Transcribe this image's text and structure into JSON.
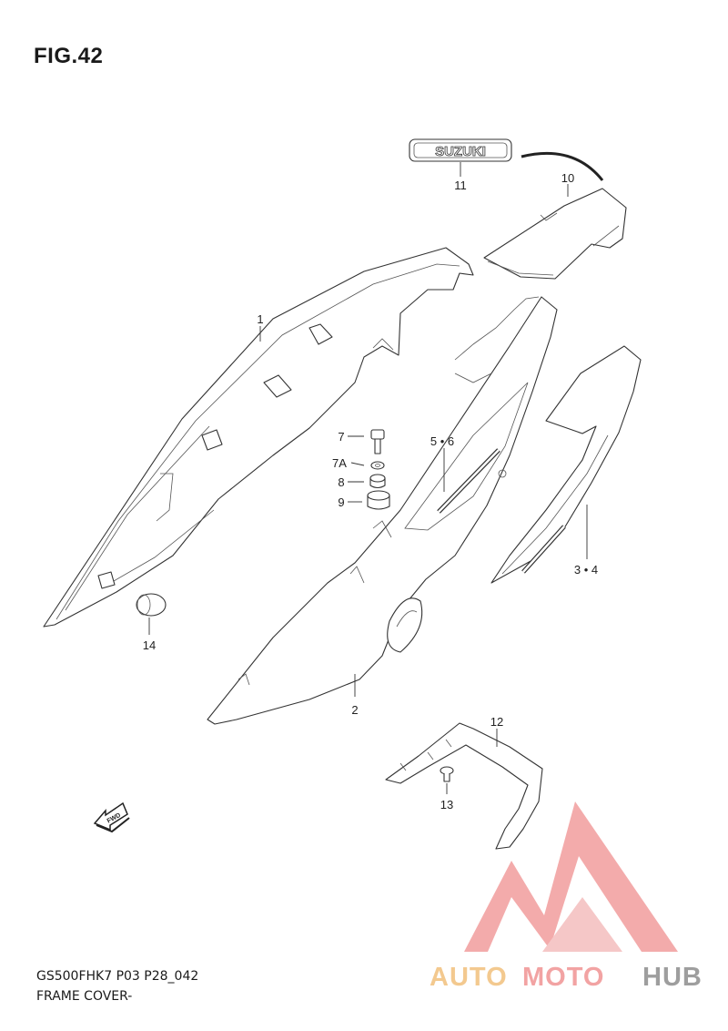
{
  "figure": {
    "title": "FIG.42"
  },
  "emblem": {
    "text": "SUZUKI"
  },
  "fwd_arrow": {
    "text": "FWD"
  },
  "callouts": {
    "p1": "1",
    "p2": "2",
    "p3_4": "3 • 4",
    "p5_6": "5 • 6",
    "p7": "7",
    "p7a": "7A",
    "p8": "8",
    "p9": "9",
    "p10": "10",
    "p11": "11",
    "p12": "12",
    "p13": "13",
    "p14": "14"
  },
  "footer": {
    "code": "GS500FHK7 P03 P28_042",
    "name": "FRAME COVER-"
  },
  "watermark": {
    "auto": "AUTO",
    "moto": "MOTO",
    "hub": "HUB",
    "colors": {
      "triangle": "#f2a3a3",
      "auto": "#f3c98f",
      "moto": "#f2a3a3",
      "hub": "#9e9e9e"
    }
  }
}
